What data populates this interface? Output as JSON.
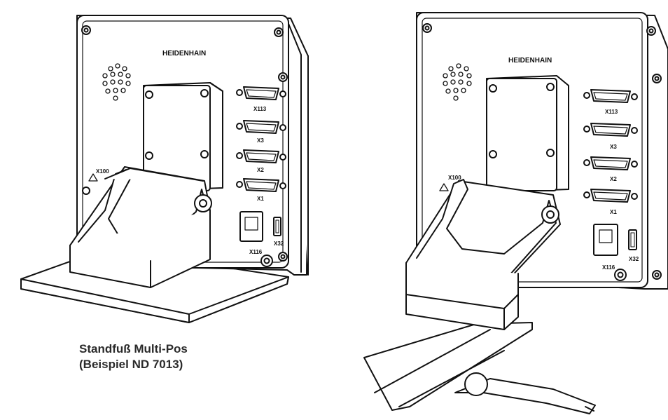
{
  "devices": [
    {
      "brand": "HEIDENHAIN",
      "connectors": [
        "X113",
        "X3",
        "X2",
        "X1"
      ],
      "ports": {
        "ethernet": "X116",
        "usb": "X32",
        "warning": "X100"
      }
    },
    {
      "brand": "HEIDENHAIN",
      "connectors": [
        "X113",
        "X3",
        "X2",
        "X1"
      ],
      "ports": {
        "ethernet": "X116",
        "usb": "X32",
        "warning": "X100"
      }
    }
  ],
  "caption": {
    "line1": "Standfuß Multi-Pos",
    "line2": "(Beispiel ND 7013)"
  }
}
